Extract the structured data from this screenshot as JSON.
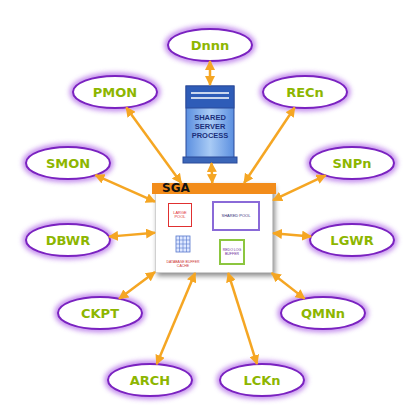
{
  "diagram": {
    "nodes": [
      {
        "text": [
          "Dnnn"
        ]
      },
      {
        "text": [
          "PMON"
        ]
      },
      {
        "text": [
          "RECn"
        ]
      },
      {
        "text": [
          "SHARED SERVER PROCESS"
        ]
      },
      {
        "text": [
          "SMON"
        ]
      },
      {
        "text": [
          "SNPn"
        ]
      },
      {
        "text": [
          "SGA"
        ]
      },
      {
        "text": [
          "LARGE POOL"
        ],
        "in": 6
      },
      {
        "text": [
          "SHARED POOL"
        ],
        "in": 6
      },
      {
        "text": [
          "DATABASE BUFFER CACHE"
        ],
        "in": 6
      },
      {
        "text": [
          "REDO LOG BUFFER"
        ],
        "in": 6
      },
      {
        "text": [
          "DBWR"
        ]
      },
      {
        "text": [
          "LGWR"
        ]
      },
      {
        "text": [
          "CKPT"
        ]
      },
      {
        "text": [
          "QMNn"
        ]
      },
      {
        "text": [
          "ARCH"
        ]
      },
      {
        "text": [
          "LCKn"
        ]
      }
    ],
    "edges": [
      {
        "from": 0,
        "to": 3,
        "arrow": "both"
      },
      {
        "from": 3,
        "to": 6,
        "arrow": "both"
      },
      {
        "from": 1,
        "to": 6,
        "arrow": "both"
      },
      {
        "from": 2,
        "to": 6,
        "arrow": "both"
      },
      {
        "from": 4,
        "to": 6,
        "arrow": "both"
      },
      {
        "from": 5,
        "to": 6,
        "arrow": "both"
      },
      {
        "from": 11,
        "to": 6,
        "arrow": "both"
      },
      {
        "from": 12,
        "to": 6,
        "arrow": "both"
      },
      {
        "from": 13,
        "to": 6,
        "arrow": "both"
      },
      {
        "from": 14,
        "to": 6,
        "arrow": "both"
      },
      {
        "from": 15,
        "to": 6,
        "arrow": "both"
      },
      {
        "from": 16,
        "to": 6,
        "arrow": "both"
      }
    ]
  }
}
